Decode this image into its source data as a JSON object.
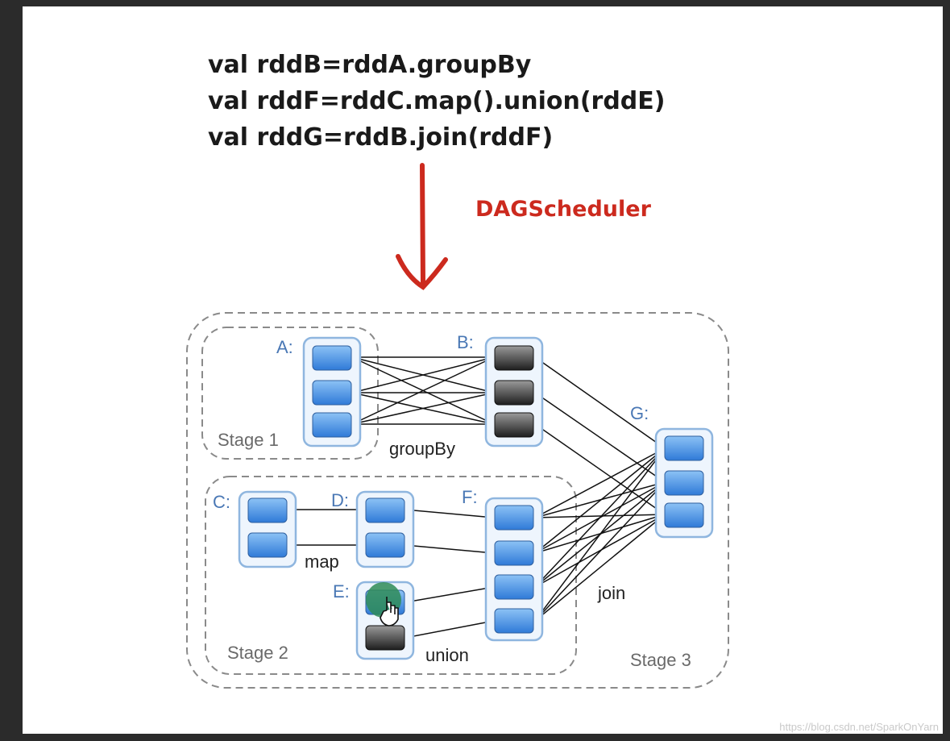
{
  "code_lines": [
    "val rddB=rddA.groupBy",
    "val rddF=rddC.map().union(rddE)",
    "val rddG=rddB.join(rddF)"
  ],
  "scheduler_label": "DAGScheduler",
  "rdds": {
    "A": "A:",
    "B": "B:",
    "C": "C:",
    "D": "D:",
    "E": "E:",
    "F": "F:",
    "G": "G:"
  },
  "operations": {
    "groupBy": "groupBy",
    "map": "map",
    "union": "union",
    "join": "join"
  },
  "stages": {
    "stage1": "Stage 1",
    "stage2": "Stage 2",
    "stage3": "Stage 3"
  },
  "watermark": "https://blog.csdn.net/SparkOnYarn",
  "colors": {
    "arrow": "#cc2a1e",
    "partition_blue": "#3f8be0",
    "partition_dark": "#2e2e2e",
    "rdd_border": "#8fb6df",
    "stage_border": "#8a8a8a"
  }
}
